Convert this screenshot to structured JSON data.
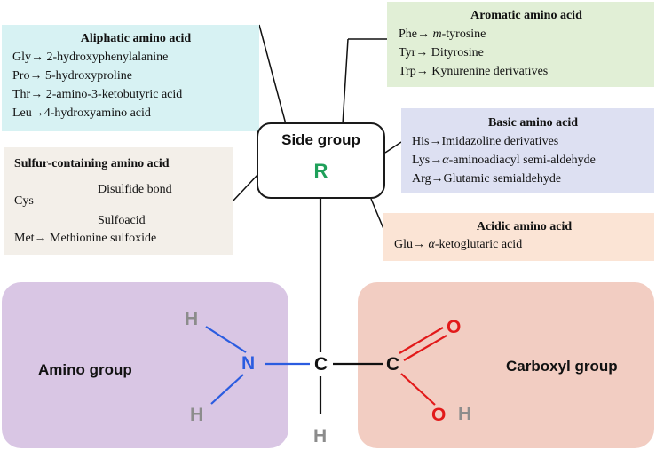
{
  "aliphatic": {
    "title": "Aliphatic amino acid",
    "lines": [
      "Gly→ 2-hydroxyphenylalanine",
      "Pro→ 5-hydroxyproline",
      "Thr→ 2-amino-3-ketobutyric acid",
      "Leu→4-hydroxyamino  acid"
    ]
  },
  "aromatic": {
    "title": "Aromatic amino acid",
    "line1_prefix": "Phe→ ",
    "line1_italic": "m",
    "line1_suffix": "-tyrosine",
    "line2": "Tyr→ Dityrosine",
    "line3": "Trp→ Kynurenine derivatives"
  },
  "basic": {
    "title": "Basic amino acid",
    "line1": "His→Imidazoline derivatives",
    "line2_prefix": "Lys→",
    "line2_italic": "α",
    "line2_suffix": "-aminoadiacyl  semi-aldehyde",
    "line3": "Arg→Glutamic semialdehyde"
  },
  "acidic": {
    "title": "Acidic amino acid",
    "line1_prefix": "Glu→ ",
    "line1_italic": "α",
    "line1_suffix": "-ketoglutaric acid"
  },
  "sulfur": {
    "title": "Sulfur-containing  amino acid",
    "cys": "Cys",
    "disulfide": "Disulfide bond",
    "sulfoacid": "Sulfoacid",
    "met": "Met→  Methionine sulfoxide"
  },
  "side_group": {
    "label": "Side group",
    "r": "R"
  },
  "amino_group": {
    "label": "Amino group"
  },
  "carboxyl_group": {
    "label": "Carboxyl group"
  },
  "atoms": {
    "n": "N",
    "h_top_left": "H",
    "h_bottom_left": "H",
    "c_alpha": "C",
    "h_bottom": "H",
    "c_carboxyl": "C",
    "o_double": "O",
    "o_hydroxyl": "O",
    "h_hydroxyl": "H"
  },
  "colors": {
    "aliphatic": "#d7f2f3",
    "aromatic": "#e1efd6",
    "basic": "#dde0f2",
    "acidic": "#fbe4d5",
    "sulfur": "#f3efe9",
    "amino_panel": "#d9c6e4",
    "carboxyl_panel": "#f2cdc2",
    "r_group": "#1fa05a",
    "nitrogen": "#2b5ce0",
    "oxygen": "#e21a1a",
    "hydrogen": "#8c8c8c"
  }
}
